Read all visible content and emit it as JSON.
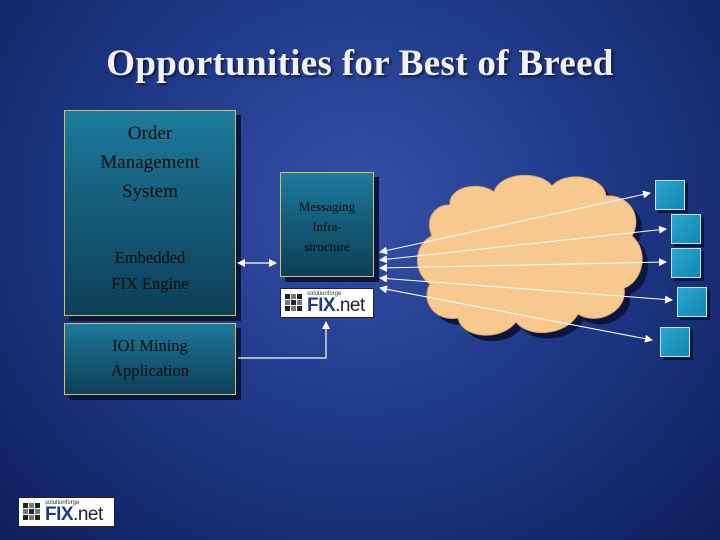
{
  "slide": {
    "title": "Opportunities for Best of Breed",
    "oms_label": "Order\nManagement\nSystem",
    "fix_engine_label": "Embedded\nFIX Engine",
    "ioi_label": "IOI Mining\nApplication",
    "messaging_label": "Messaging\nInfra-\nstructure",
    "logo_small_text": "solutionforge",
    "logo_text_bold": "FIX",
    "logo_text_rest": ".net"
  },
  "colors": {
    "background": "#203a8a",
    "box_fill": "#16607e",
    "box_border": "#d8c05a",
    "cloud_fill": "#f7c98e",
    "node_fill": "#1f97c1"
  }
}
